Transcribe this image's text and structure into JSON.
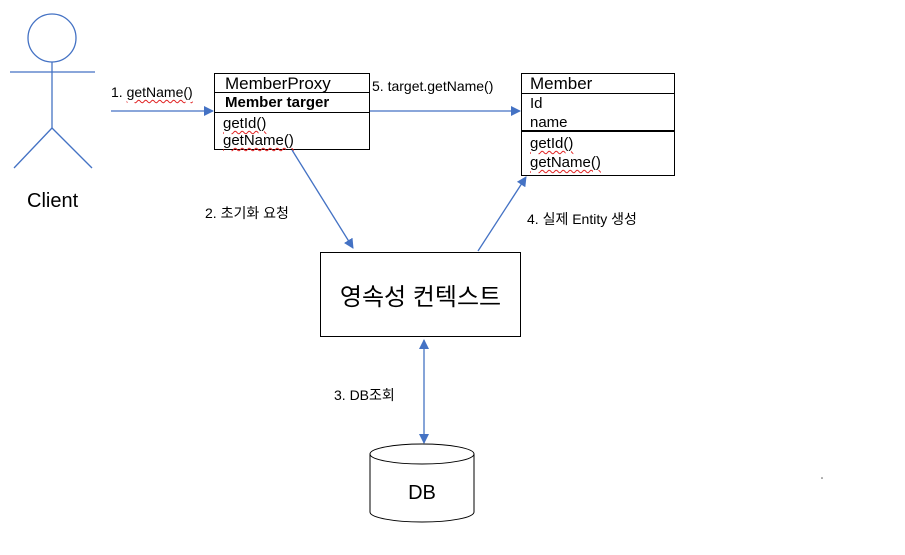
{
  "actor": {
    "label": "Client",
    "icon": "stick-figure-icon"
  },
  "steps": {
    "step1": "1. getName()",
    "step2": "2. 초기화 요청",
    "step3": "3. DB조회",
    "step4": "4. 실제 Entity 생성",
    "step5": "5. target.getName()"
  },
  "proxy_box": {
    "title": "MemberProxy",
    "field": "Member targer",
    "methods": [
      "getId()",
      "getName()"
    ]
  },
  "member_box": {
    "title": "Member",
    "fields": [
      "Id",
      "name"
    ],
    "methods": [
      "getId()",
      "getName()"
    ]
  },
  "context_box": {
    "label": "영속성 컨텍스트"
  },
  "database": {
    "label": "DB",
    "icon": "database-cylinder-icon"
  },
  "colors": {
    "arrow": "#4472C4",
    "actor": "#4472C4",
    "stroke": "#000000",
    "squiggle": "#e02020"
  }
}
